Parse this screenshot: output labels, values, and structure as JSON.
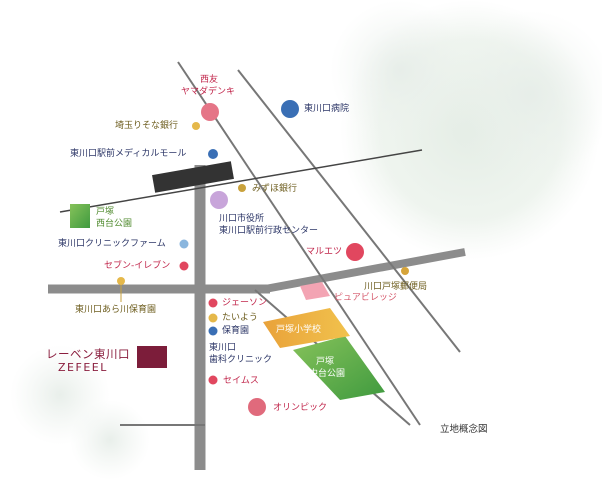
{
  "map": {
    "note": "立地概念図",
    "property": {
      "name_ja": "レーベン東川口",
      "name_en": "ZEFEEL"
    },
    "landmarks": {
      "nishiyu": "西友",
      "yamada": "ヤマダデンキ",
      "saitama_resona": "埼玉りそな銀行",
      "hospital": "東川口病院",
      "medical_mall": "東川口駅前メディカルモール",
      "mizuho": "みずほ銀行",
      "tozuka_park_1": "戸塚",
      "tozuka_park_2": "西台公園",
      "city_office_1": "川口市役所",
      "city_office_2": "東川口駅前行政センター",
      "clinic_farm": "東川口クリニックファーム",
      "maruetsu": "マルエツ",
      "seven": "セブン-イレブン",
      "post_office": "川口戸塚郵便局",
      "nursery_arai": "東川口あら川保育園",
      "pure_village": "ピュアビレッジ",
      "jason": "ジェーソン",
      "taiyou": "たいよう",
      "hoikuen": "保育園",
      "dental_1": "東川口",
      "dental_2": "歯科クリニック",
      "school": "戸塚小学校",
      "chudai_park_1": "戸塚",
      "chudai_park_2": "中台公園",
      "seimusu": "セイムス",
      "olympic": "オリンピック"
    }
  }
}
